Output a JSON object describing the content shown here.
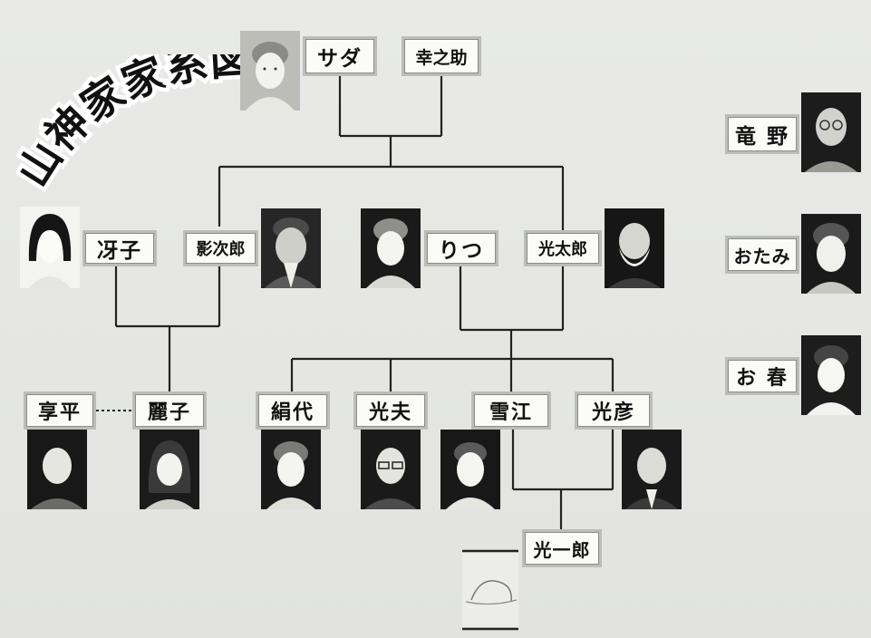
{
  "title": "山神家家系図",
  "people": {
    "sada": "サダ",
    "konosuke": "幸之助",
    "saeko": "冴子",
    "kagejiro": "影次郎",
    "ritsu": "りつ",
    "kotaro": "光太郎",
    "kyohei": "享平",
    "reiko": "麗子",
    "kinuyo": "絹代",
    "mitsuo": "光夫",
    "yukie": "雪江",
    "mitsuhiko": "光彦",
    "koichiro": "光一郎",
    "tatsuno": "竜 野",
    "otami": "おたみ",
    "oharu": "お 春"
  },
  "colors": {
    "background": "#e4e5e2",
    "line": "#222222",
    "label_bg": "#fbfbf8",
    "label_border": "#bdbdb8",
    "portrait_bg": "#1b1b1b"
  }
}
